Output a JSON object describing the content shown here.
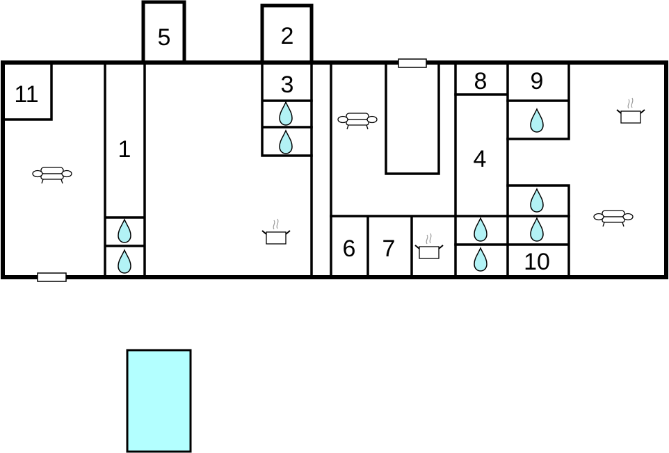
{
  "plan": {
    "room_labels": {
      "r1": "1",
      "r2": "2",
      "r3": "3",
      "r4": "4",
      "r5": "5",
      "r6": "6",
      "r7": "7",
      "r8": "8",
      "r9": "9",
      "r10": "10",
      "r11": "11"
    },
    "icons": {
      "bathroom": "water-drop-icon",
      "living_room": "sofa-icon",
      "kitchen": "cooking-pot-icon",
      "window": "window-icon",
      "pool": "pool"
    },
    "colors": {
      "wall": "#000000",
      "water": "#b2f2f5",
      "pool": "#b3ffff"
    }
  }
}
